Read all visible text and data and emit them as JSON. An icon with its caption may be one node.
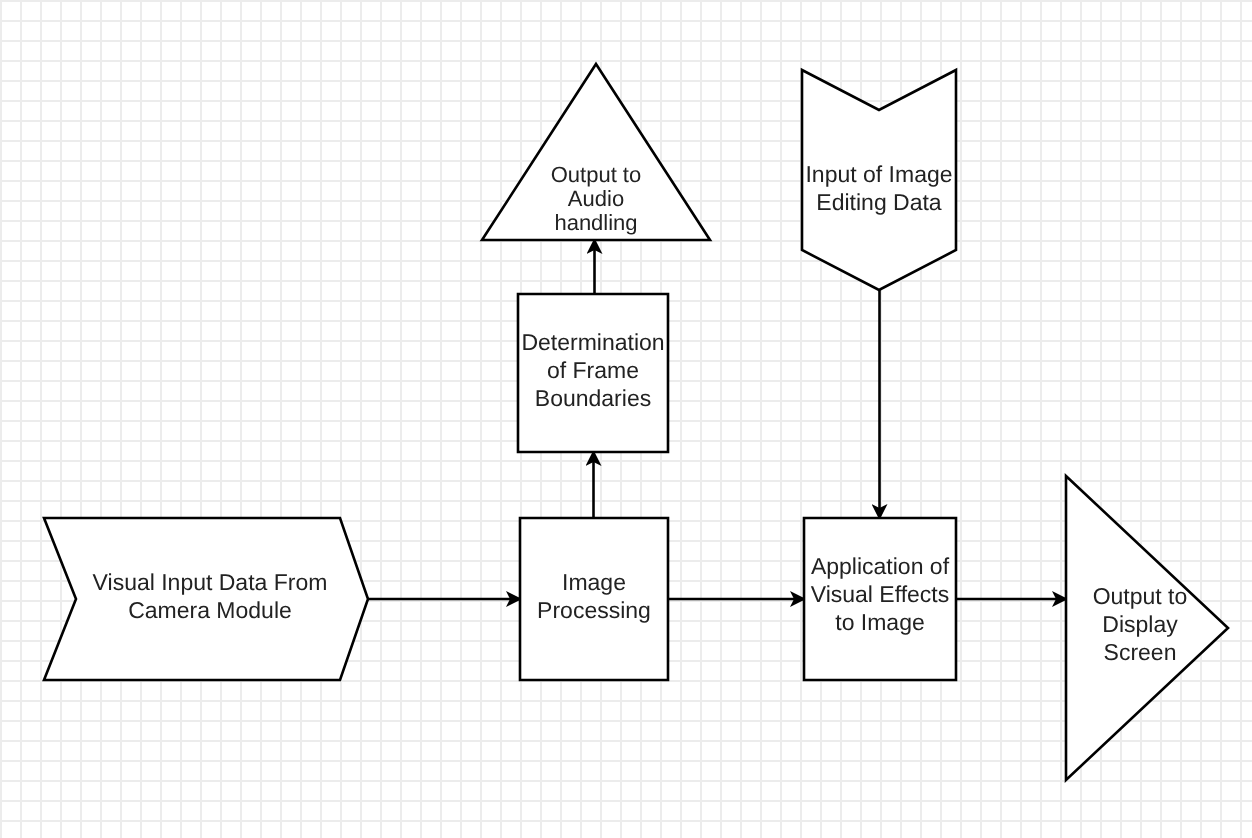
{
  "diagram": {
    "nodes": [
      {
        "text": [
          "Visual Input Data From Camera Module"
        ]
      },
      {
        "text": [
          "Image Processing"
        ]
      },
      {
        "text": [
          "Determination of Frame Boundaries"
        ]
      },
      {
        "text": [
          "Output to Audio handling"
        ]
      },
      {
        "text": [
          "Input of Image Editing Data"
        ]
      },
      {
        "text": [
          "Application of Visual Effects to Image"
        ]
      },
      {
        "text": [
          "Output to Display Screen"
        ]
      }
    ],
    "edges": [
      {
        "from": 0,
        "to": 1,
        "arrow": "to"
      },
      {
        "from": 1,
        "to": 2,
        "arrow": "to"
      },
      {
        "from": 2,
        "to": 3,
        "arrow": "to"
      },
      {
        "from": 4,
        "to": 5,
        "arrow": "to"
      },
      {
        "from": 1,
        "to": 5,
        "arrow": "to"
      },
      {
        "from": 5,
        "to": 6,
        "arrow": "to"
      }
    ]
  }
}
